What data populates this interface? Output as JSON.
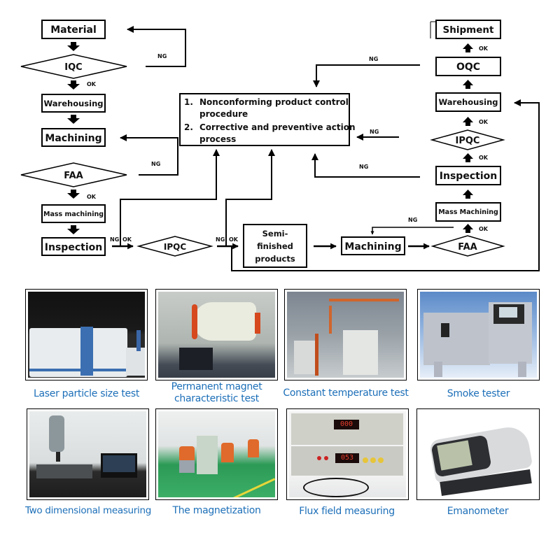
{
  "flowchart": {
    "left_column": {
      "material": "Material",
      "iqc": "IQC",
      "warehousing": "Warehousing",
      "machining": "Machining",
      "faa": "FAA",
      "mass_machining": "Mass machining",
      "inspection": "Inspection"
    },
    "center": {
      "procedure_items": [
        {
          "num": "1.",
          "line1": "Nonconforming product control",
          "line2": "procedure"
        },
        {
          "num": "2.",
          "line1": "Corrective and preventive action",
          "line2": "process"
        }
      ],
      "ipqc": "IPQC",
      "semi_finished": [
        "Semi-",
        "finished",
        "products"
      ],
      "machining": "Machining"
    },
    "right_column": {
      "shipment": "Shipment",
      "oqc": "OQC",
      "warehousing": "Warehousing",
      "ipqc": "IPQC",
      "inspection": "Inspection",
      "mass_machining": "Mass Machining",
      "faa": "FAA"
    },
    "labels": {
      "ok": "OK",
      "ng": "NG"
    }
  },
  "equipment": [
    {
      "caption": "Laser particle size test",
      "icon": "laser-particle-analyzer-photo"
    },
    {
      "caption": "Permanent magnet characteristic test",
      "caption_lines": [
        "Permanent magnet",
        "characteristic test"
      ],
      "icon": "magnet-test-machine-photo"
    },
    {
      "caption": "Constant temperature test",
      "icon": "constant-temperature-equipment-photo"
    },
    {
      "caption": "Smoke tester",
      "icon": "smoke-tester-photo"
    },
    {
      "caption": "Two dimensional measuring",
      "icon": "2d-measuring-machine-photo"
    },
    {
      "caption": "The magnetization",
      "icon": "magnetization-lab-photo"
    },
    {
      "caption": "Flux field measuring",
      "icon": "flux-meter-photo",
      "display_top": "000",
      "display_bottom": "053"
    },
    {
      "caption": "Emanometer",
      "icon": "colorimeter-photo"
    }
  ],
  "colors": {
    "caption": "#1c6fb8",
    "line": "#000000"
  }
}
